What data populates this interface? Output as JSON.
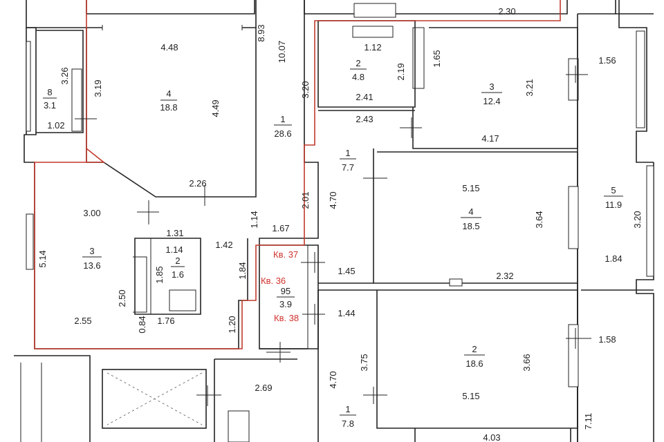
{
  "plan": {
    "rooms": [
      {
        "id": "r-br4",
        "number": "4",
        "area": "18.8"
      },
      {
        "id": "r-bal8",
        "number": "8",
        "area": "3.1"
      },
      {
        "id": "r-hall1",
        "number": "1",
        "area": "28.6"
      },
      {
        "id": "r-room3w",
        "number": "3",
        "area": "13.6"
      },
      {
        "id": "r-bath2w",
        "number": "2",
        "area": "1.6"
      },
      {
        "id": "r-bath2n",
        "number": "2",
        "area": "4.8"
      },
      {
        "id": "r-room3n",
        "number": "3",
        "area": "12.4"
      },
      {
        "id": "r-hall1c",
        "number": "1",
        "area": "7.7"
      },
      {
        "id": "r-room4c",
        "number": "4",
        "area": "18.5"
      },
      {
        "id": "r-bal5",
        "number": "5",
        "area": "11.9"
      },
      {
        "id": "r-lobby95",
        "number": "95",
        "area": "3.9"
      },
      {
        "id": "r-room2s",
        "number": "2",
        "area": "18.6"
      },
      {
        "id": "r-hall1s",
        "number": "1",
        "area": "7.8"
      }
    ],
    "apartments": [
      "Кв. 37",
      "Кв. 36",
      "Кв. 38"
    ],
    "dimensions": [
      "2.30",
      "4.48",
      "8.93",
      "10.07",
      "1.12",
      "1.65",
      "3.26",
      "3.19",
      "2.19",
      "1.56",
      "3.21",
      "4.49",
      "3.20",
      "2.41",
      "1.02",
      "2.43",
      "4.17",
      "2.26",
      "5.15",
      "3.00",
      "2.01",
      "4.70",
      "3.64",
      "3.20",
      "1.31",
      "1.14",
      "1.67",
      "1.14",
      "1.42",
      "5.14",
      "1.85",
      "1.84",
      "1.84",
      "1.45",
      "2.32",
      "2.50",
      "1.44",
      "2.55",
      "0.84",
      "1.76",
      "1.20",
      "1.58",
      "3.75",
      "3.66",
      "4.70",
      "2.69",
      "5.15",
      "7.11",
      "4.03"
    ]
  }
}
